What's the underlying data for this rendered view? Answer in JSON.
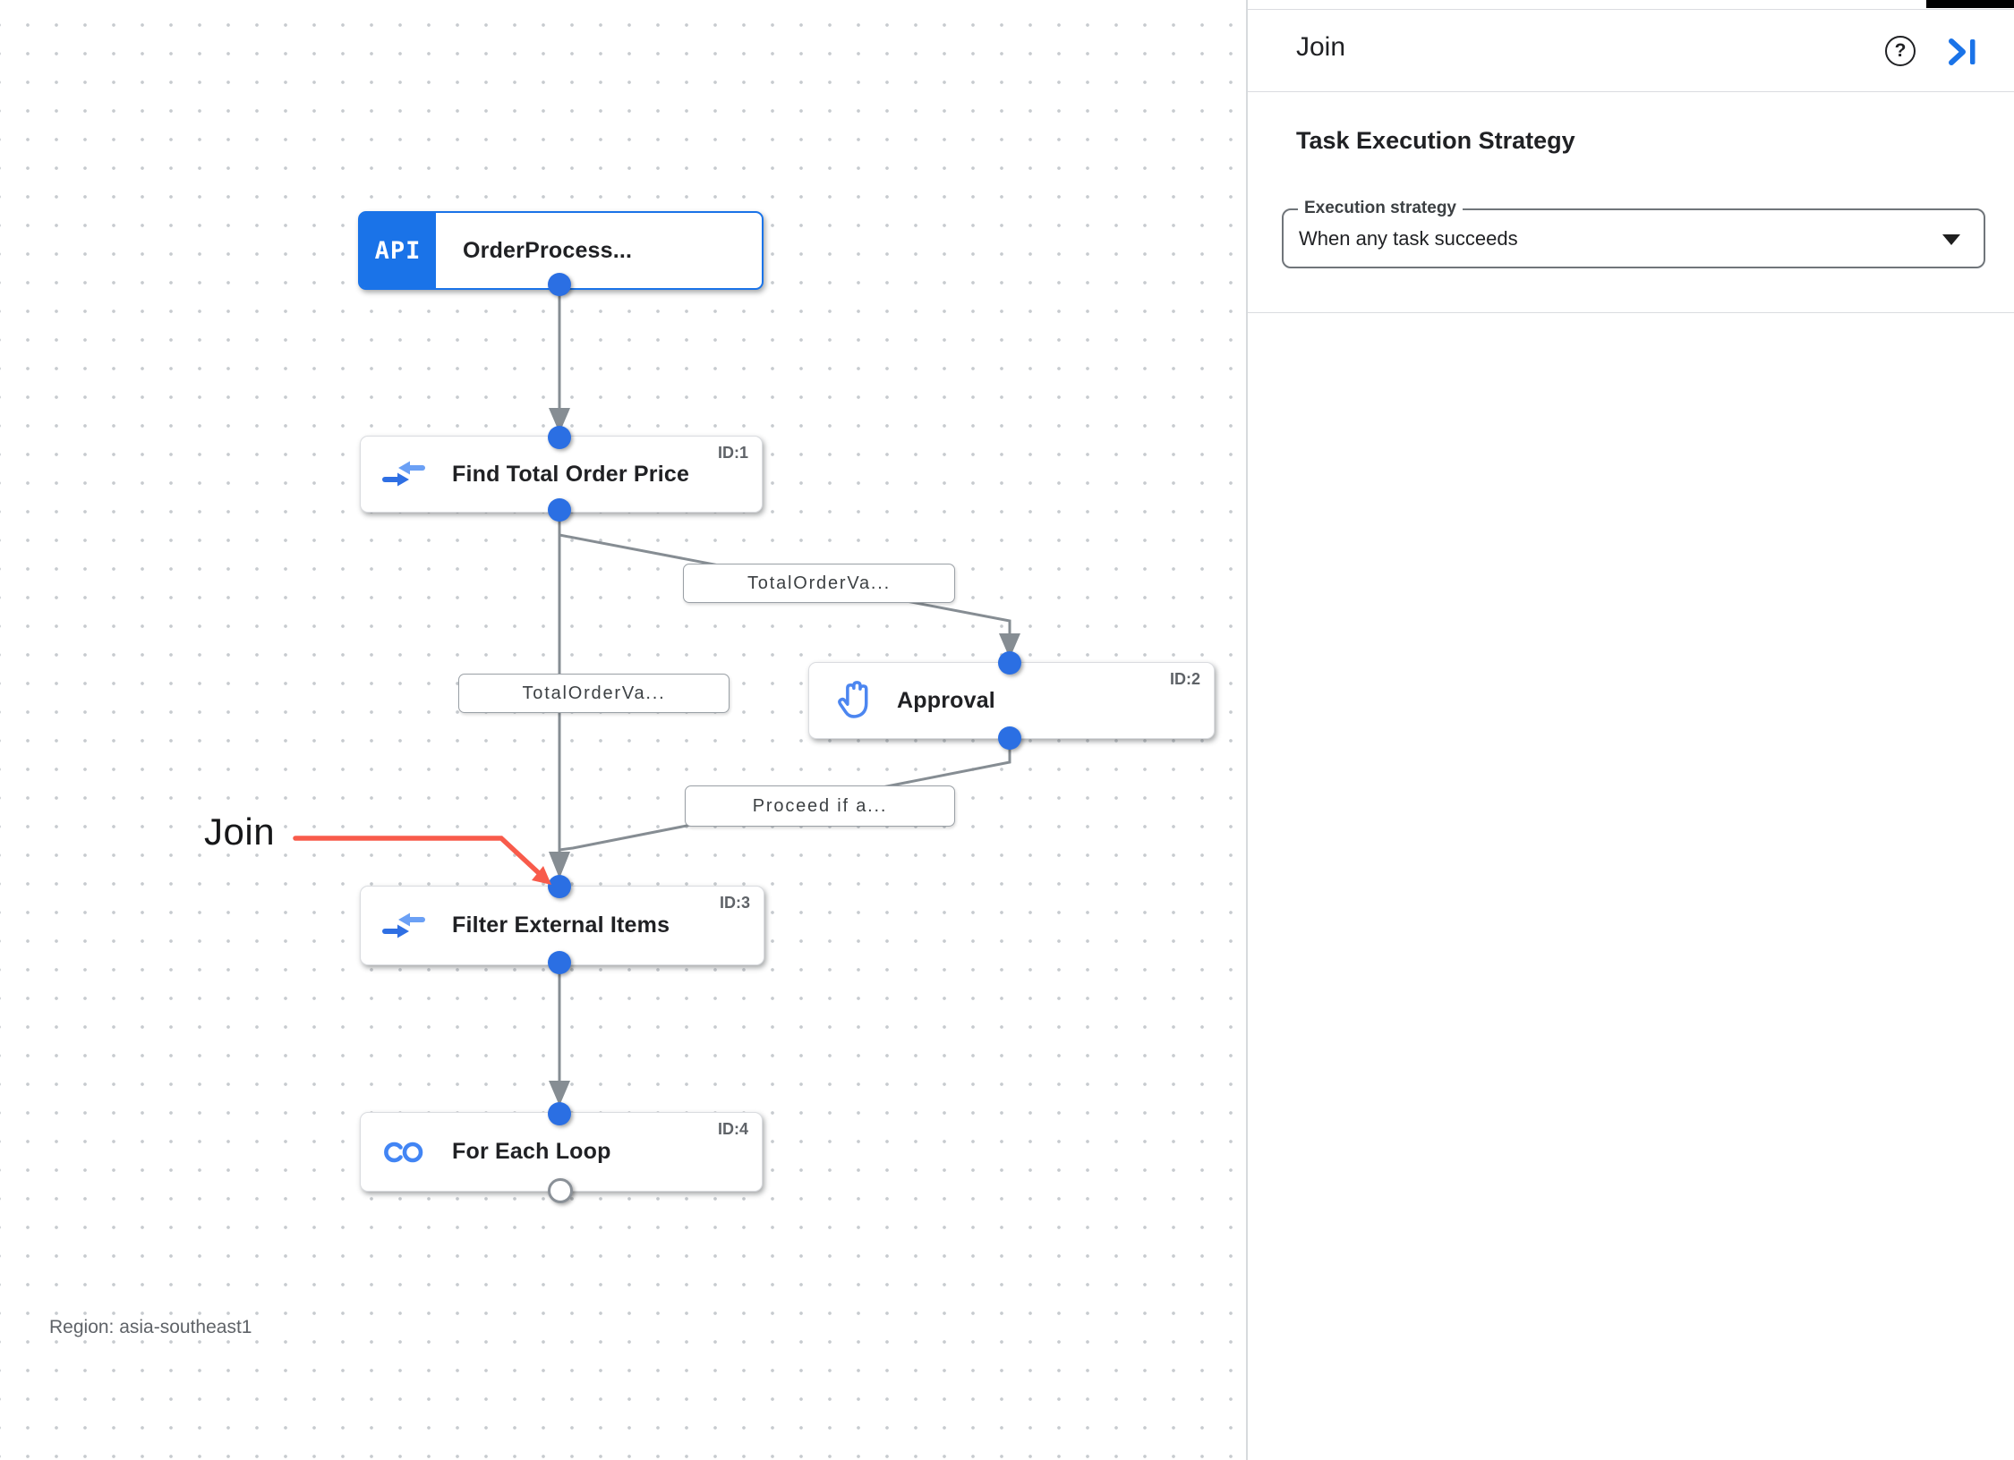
{
  "panel": {
    "title": "Join",
    "help_icon": "help-circle-question",
    "collapse_icon": "collapse-panel-right",
    "section": {
      "title": "Task Execution Strategy",
      "collapse_state": "expanded",
      "field_label": "Execution strategy",
      "field_value": "When any task succeeds"
    }
  },
  "canvas": {
    "region_label": "Region: asia-southeast1",
    "annotation": {
      "text": "Join",
      "color": "#f85b4b"
    },
    "trigger": {
      "badge": "API",
      "label": "OrderProcess..."
    },
    "nodes": [
      {
        "id_label": "ID:1",
        "label": "Find Total Order Price",
        "icon": "data-mapping-icon"
      },
      {
        "id_label": "ID:2",
        "label": "Approval",
        "icon": "approval-hand-icon"
      },
      {
        "id_label": "ID:3",
        "label": "Filter External Items",
        "icon": "data-mapping-icon"
      },
      {
        "id_label": "ID:4",
        "label": "For Each Loop",
        "icon": "for-each-loop-icon"
      }
    ],
    "edge_labels": [
      "TotalOrderVa...",
      "TotalOrderVa...",
      "Proceed if a..."
    ],
    "colors": {
      "accent_blue": "#1a73e8",
      "edge_gray": "#868d93",
      "connector_dot": "#2b6fe3"
    }
  }
}
